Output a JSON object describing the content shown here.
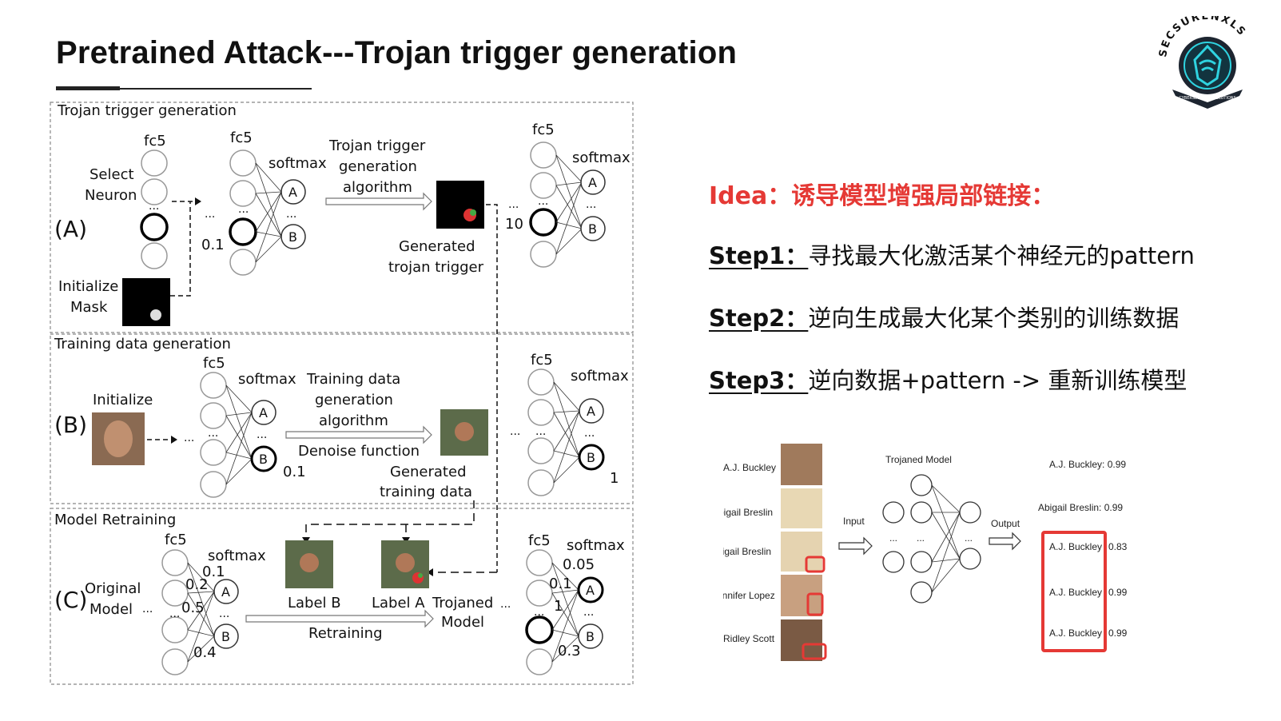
{
  "slide": {
    "title": "Pretrained Attack---Trojan trigger generation",
    "logo_text": "SECSURENXLS",
    "logo_subtext": "CYBERSECURITY SOLUTIONS"
  },
  "idea": {
    "heading": "Idea：诱导模型增强局部链接：",
    "steps": [
      {
        "label": "Step1：",
        "text": "寻找最大化激活某个神经元的pattern"
      },
      {
        "label": "Step2：",
        "text": "逆向生成最大化某个类别的训练数据"
      },
      {
        "label": "Step3：",
        "text": "逆向数据+pattern -> 重新训练模型"
      }
    ]
  },
  "diagram": {
    "sectionA": {
      "label": "(A)",
      "title": "Trojan trigger generation",
      "fc5_1": "fc5",
      "fc5_2": "fc5",
      "fc5_3": "fc5",
      "select_neuron": [
        "Select",
        "Neuron"
      ],
      "initialize_mask": [
        "Initialize",
        "Mask"
      ],
      "softmax_1": "softmax",
      "softmax_2": "softmax",
      "algo": [
        "Trojan trigger",
        "generation",
        "algorithm"
      ],
      "generated": [
        "Generated",
        "trojan trigger"
      ],
      "value_01": "0.1",
      "value_10": "10",
      "node_a": "A",
      "node_b": "B",
      "dots": "..."
    },
    "sectionB": {
      "label": "(B)",
      "title": "Training data generation",
      "fc5_1": "fc5",
      "fc5_2": "fc5",
      "initialize": "Initialize",
      "softmax_1": "softmax",
      "softmax_2": "softmax",
      "algo": [
        "Training data",
        "generation",
        "algorithm"
      ],
      "denoise": "Denoise function",
      "generated": [
        "Generated",
        "training data"
      ],
      "value_01": "0.1",
      "value_1": "1",
      "node_a": "A",
      "node_b": "B",
      "dots": "..."
    },
    "sectionC": {
      "label": "(C)",
      "title": "Model Retraining",
      "fc5_1": "fc5",
      "fc5_2": "fc5",
      "original": [
        "Original",
        "Model"
      ],
      "softmax_1": "softmax",
      "softmax_2": "softmax",
      "label_b": "Label B",
      "label_a": "Label A",
      "trojaned": [
        "Trojaned",
        "Model"
      ],
      "retraining": "Retraining",
      "weights_left": [
        "0.1",
        "0.2",
        "0.5",
        "0.4"
      ],
      "weights_right": [
        "0.05",
        "0.1",
        "1",
        "0.3"
      ],
      "node_a": "A",
      "node_b": "B",
      "dots": "..."
    }
  },
  "face_figure": {
    "left_names": [
      "A.J. Buckley",
      "Abigail Breslin",
      "Abigail Breslin",
      "Jennifer Lopez",
      "Ridley Scott"
    ],
    "model_label": "Trojaned Model",
    "input_label": "Input",
    "output_label": "Output",
    "outputs": [
      {
        "name": "A.J. Buckley",
        "score": "0.99"
      },
      {
        "name": "Abigail Breslin",
        "score": "0.99"
      },
      {
        "name": "A.J. Buckley",
        "score": "0.83"
      },
      {
        "name": "A.J. Buckley",
        "score": "0.99"
      },
      {
        "name": "A.J. Buckley",
        "score": "0.99"
      }
    ],
    "first_outputs_sep": ": ",
    "highlight_color": "#e53935"
  },
  "colors": {
    "accent": "#e53935",
    "text": "#111111"
  }
}
